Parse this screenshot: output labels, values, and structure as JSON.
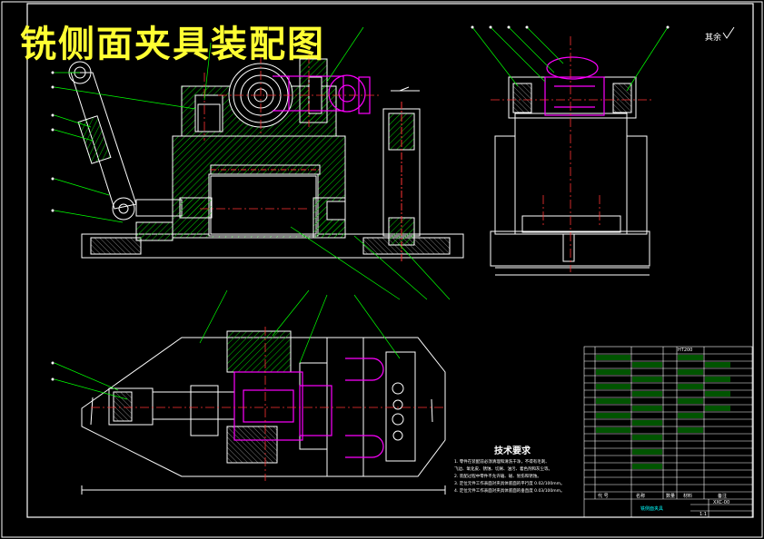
{
  "title": "铣侧面夹具装配图",
  "roughness_note": "其余",
  "tech_requirements": {
    "title": "技术要求",
    "notes": [
      "1. 零件在装配前必须清理和清洗干净，不得有毛刺、",
      "   飞边、氧化皮、锈蚀、切屑、油污、着色剂和灰尘等。",
      "2. 装配过程中零件不允许磕、碰、划伤和锈蚀。",
      "3. 定位元件工作表面对夹具体底面的平行度 0.02/100mm。",
      "4. 定位元件工作表面对夹具体底面的垂直度 0.03/100mm。"
    ]
  },
  "title_block": {
    "part_name": "铣侧面夹具",
    "drawing_no": "XXC-00",
    "scale": "1:1",
    "header_labels": [
      "代 号",
      "名称",
      "数量",
      "材料",
      "备注"
    ],
    "material_top": "HT200"
  },
  "colors": {
    "outline": "#ffffff",
    "centerline": "#ff3333",
    "leader": "#00ff00",
    "magenta": "#ff00ff",
    "hatch": "#00cc00",
    "cyan": "#00ffff",
    "yellow": "#ffff33"
  }
}
